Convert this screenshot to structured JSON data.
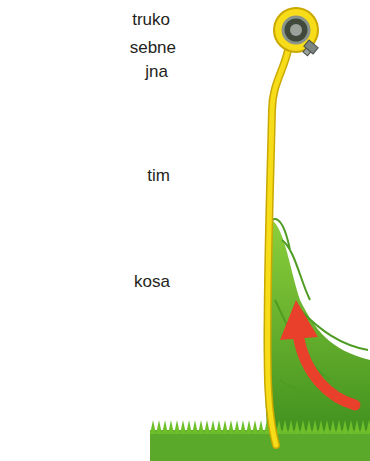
{
  "diagram": {
    "labels": [
      "truko",
      "sebne",
      "jna",
      "tim",
      "kosa"
    ]
  }
}
